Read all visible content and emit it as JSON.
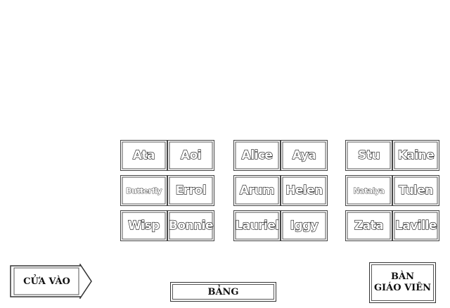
{
  "groups": [
    {
      "seats": [
        "Ata",
        "Aoi",
        "Butterfly",
        "Errol",
        "Wisp",
        "Bonnie"
      ]
    },
    {
      "seats": [
        "Alice",
        "Aya",
        "Arum",
        "Helen",
        "Lauriel",
        "Iggy"
      ]
    },
    {
      "seats": [
        "Stu",
        "Kaine",
        "Natalya",
        "Tulen",
        "Zata",
        "Laville"
      ]
    }
  ],
  "entrance": {
    "label": "CỬA VÀO"
  },
  "board": {
    "label": "BẢNG"
  },
  "teacher_desk": {
    "line1": "BÀN",
    "line2": "GIÁO VIÊN"
  }
}
